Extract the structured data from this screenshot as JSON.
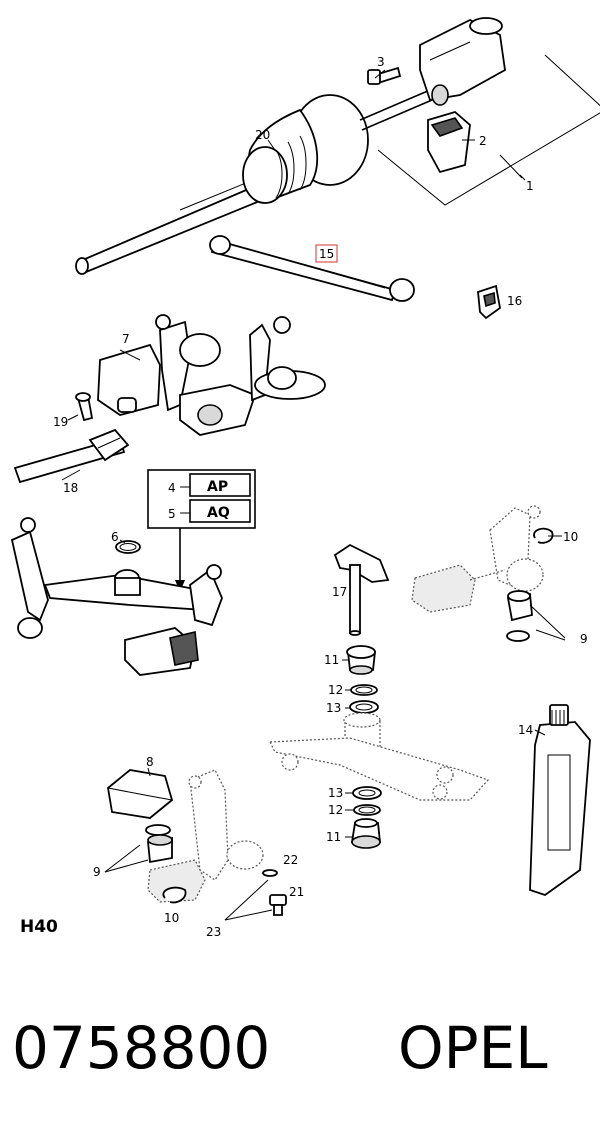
{
  "callouts": {
    "n1": "1",
    "n2": "2",
    "n3": "3",
    "n4": "4",
    "n5": "5",
    "n6": "6",
    "n7": "7",
    "n8": "8",
    "n9a": "9",
    "n9b": "9",
    "n10a": "10",
    "n10b": "10",
    "n11a": "11",
    "n11b": "11",
    "n12a": "12",
    "n12b": "12",
    "n13a": "13",
    "n13b": "13",
    "n14": "14",
    "n15": "15",
    "n16": "16",
    "n17": "17",
    "n18": "18",
    "n19": "19",
    "n20": "20",
    "n21": "21",
    "n22": "22",
    "n23": "23"
  },
  "variant_box": {
    "ap": "AP",
    "aq": "AQ"
  },
  "group_code": "H40",
  "part_number": "0758800",
  "brand": "OPEL",
  "highlight_color": "#d9534f"
}
